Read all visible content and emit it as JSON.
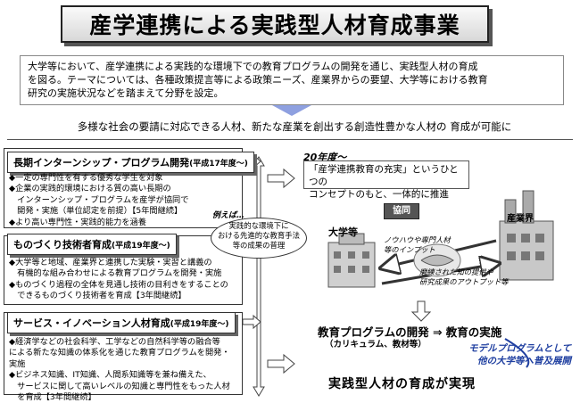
{
  "title": "産学連携による実践型人材育成事業",
  "intro": {
    "line1": "大学等において、産学連携による実践的な環境下での教育プログラムの開発を通じ、実践型人材の育成",
    "line2": "を図る。テーマについては、各種政策提言等による政策ニーズ、産業界からの要望、大学等における教育",
    "line3": "研究の実施状況などを踏まえて分野を設定。"
  },
  "society": "多様な社会の要請に対応できる人材、新たな産業を創出する創造性豊かな人材の 育成が可能に",
  "programs": [
    {
      "title": "長期インターンシップ・プログラム開発",
      "year": "(平成17年度～)",
      "items": [
        "◆一定の専門性を有する優秀な学生を対象",
        "◆企業の実践的環境における質の高い長期の",
        "　インターンシップ・プログラムを産学が協同で",
        "　開発・実施（単位認定を前提）【5年間継続】",
        "◆より高い専門性・実践的能力を涵養"
      ]
    },
    {
      "title": "ものづくり技術者育成",
      "year": "(平成19年度～)",
      "items": [
        "◆大学等と地域、産業界と連携した実験・実習と講義の",
        "　有機的な組み合わせによる教育プログラムを開発・実施",
        "◆ものづくり過程の全体を見通し技術の目利きをすることの",
        "　できるものづくり技術者を育成【3年間継続】"
      ]
    },
    {
      "title": "サービス・イノベーション人材育成",
      "year": "(平成19年度～)",
      "items": [
        "◆経済学などの社会科学、工学などの自然科学等の融合等",
        "による新たな知識の体系化を通じた教育プログラムを開発・",
        "実施",
        "◆ビジネス知識、IT知識、人間系知識等を兼ね備えた、",
        "　サービスに関して高いレベルの知識と専門性をもった人材",
        "　を育成【3年間継続】"
      ]
    }
  ],
  "example": {
    "label": "例えば…",
    "line1": "実践的な環境下に",
    "line2": "おける先進的な教育手法",
    "line3": "等の成果の普理"
  },
  "diagram": {
    "year": "20年度～",
    "concept_line1": "「産学連携教育の充実」というひとつの",
    "concept_line2": "コンセプトのもと、一体的に推進",
    "kyodo": "協同",
    "university": "大学等",
    "industry": "産業界",
    "knowhow_line1": "ノウハウや専門人材",
    "knowhow_line2": "等のインプット",
    "output_line1": "磨練された知の提供や",
    "output_line2": "研究成果のアウトプット等",
    "program": "教育プログラムの開発 ⇒ 教育の実施",
    "program_sub": "（カリキュラム、教材等）",
    "model_line1": "モデルプログラムとして",
    "model_line2": "他の大学等へ普及展開",
    "result": "実践型人材の育成が実現"
  }
}
